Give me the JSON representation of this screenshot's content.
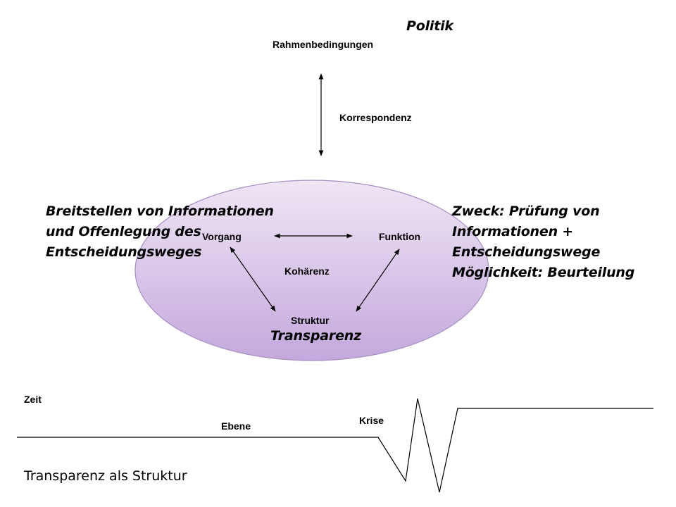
{
  "top": {
    "title": "Politik",
    "frame_label": "Rahmenbedingungen",
    "correspondence_label": "Korrespondenz"
  },
  "ellipse": {
    "name": "Transparenz",
    "nodes": {
      "process": "Vorgang",
      "function": "Funktion",
      "structure": "Struktur"
    },
    "center_label": "Kohärenz",
    "fill_top": "#efe6f5",
    "fill_bottom": "#c4a8dd",
    "stroke": "#a58fc0"
  },
  "left_text": {
    "lines": [
      "Breitstellen von Informationen",
      "und Offenlegung des",
      "Entscheidungsweges"
    ]
  },
  "right_text": {
    "lines": [
      "Zweck: Prüfung von",
      "Informationen +",
      "Entscheidungswege",
      "Möglichkeit: Beurteilung"
    ]
  },
  "timeline": {
    "axis_label": "Zeit",
    "level_label": "Ebene",
    "crisis_label": "Krise"
  },
  "caption": "Transparenz als Struktur"
}
